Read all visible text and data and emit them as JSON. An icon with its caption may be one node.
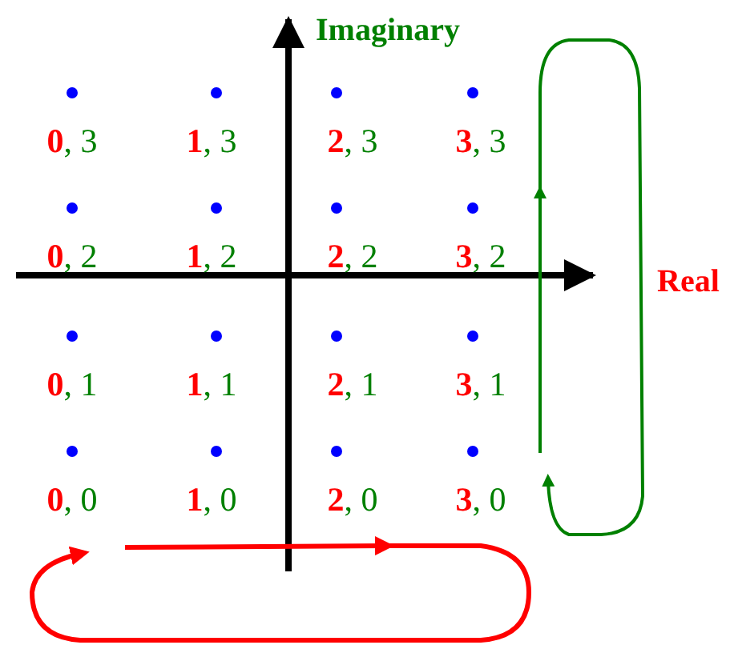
{
  "diagram": {
    "labels": [
      "Imaginary",
      "**0**, 3",
      "**1**, 3",
      "**2**, 3",
      "**3**, 3",
      "**0**, 2",
      "**1**, 2",
      "**2**, 2",
      "**3**, 2",
      "Real",
      "**0**, 1",
      "**1**, 1",
      "**2**, 1",
      "**3**, 1",
      "**0**, 0",
      "**1**, 0",
      "**2**, 0",
      "**3**, 0"
    ]
  }
}
